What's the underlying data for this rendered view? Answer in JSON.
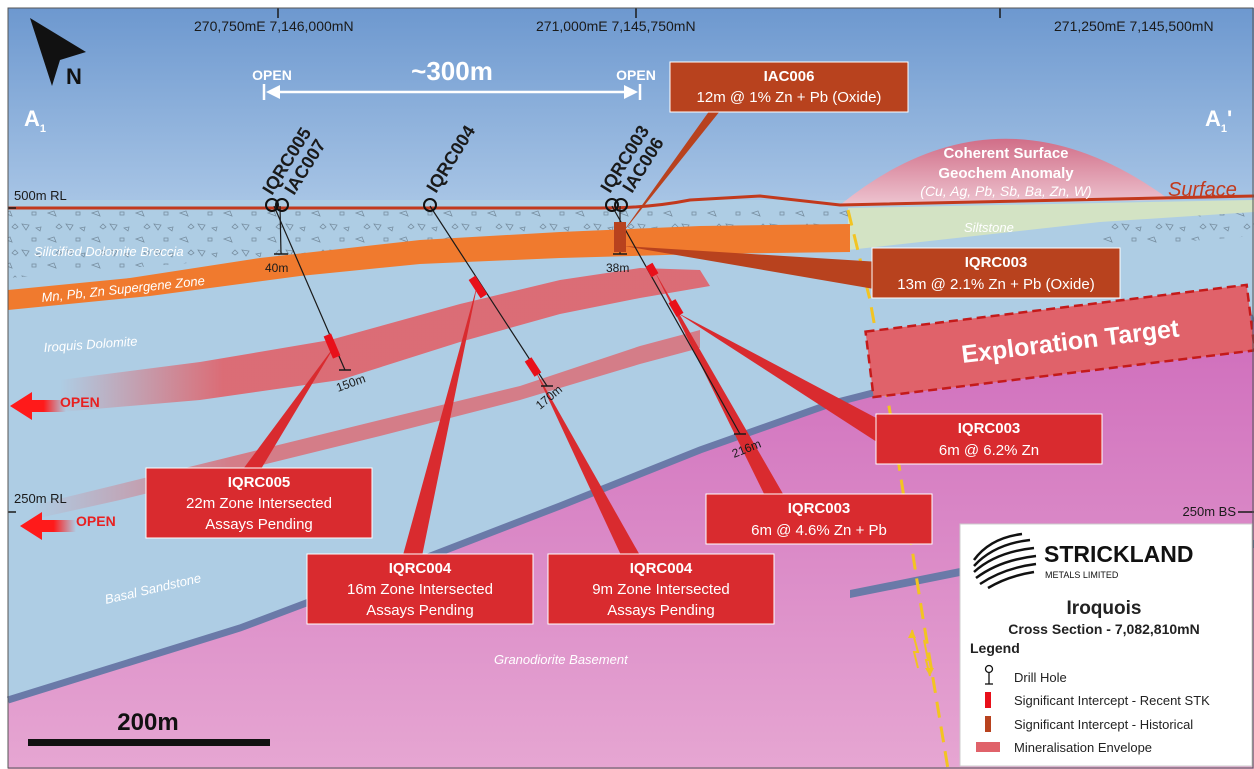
{
  "title": "Iroquois",
  "subtitle": "Cross Section - 7,082,810mN",
  "company": {
    "name": "STRICKLAND",
    "sub": "METALS LIMITED"
  },
  "coords": {
    "left": "270,750mE  7,146,000mN",
    "middle": "271,000mE  7,145,750mN",
    "right": "271,250mE  7,145,500mN"
  },
  "north_label": "N",
  "section_ends": {
    "left_main": "A",
    "left_sub": "1",
    "right_main": "A",
    "right_sub": "1",
    "right_prime": "'"
  },
  "rl_labels": {
    "rl500": "500m RL",
    "rl250": "250m RL",
    "bs250": "250m BS"
  },
  "span": {
    "label": "~300m",
    "open_left": "OPEN",
    "open_right": "OPEN"
  },
  "open_arrows": [
    "OPEN",
    "OPEN"
  ],
  "scale_bar": "200m",
  "geology": {
    "silicified": "Silicified Dolomite Breccia",
    "supergene": "Mn, Pb, Zn Supergene Zone",
    "iroquis": "Iroquis Dolomite",
    "siltstone": "Siltstone",
    "basal": "Basal Sandstone",
    "basement": "Granodiorite Basement",
    "surface": "Surface"
  },
  "anomaly": {
    "line1": "Coherent Surface",
    "line2": "Geochem Anomaly",
    "line3": "(Cu, Ag, Pb, Sb, Ba, Zn, W)"
  },
  "exploration_target": "Exploration Target",
  "holes": {
    "iqrc005": "IQRC005",
    "iac007": "IAC007",
    "iqrc004": "IQRC004",
    "iqrc003": "IQRC003",
    "iac006": "IAC006"
  },
  "depths": {
    "d40": "40m",
    "d38": "38m",
    "d150": "150m",
    "d170": "170m",
    "d216": "216m"
  },
  "callouts": [
    {
      "title": "IAC006",
      "text": "12m @ 1% Zn + Pb (Oxide)",
      "text2": ""
    },
    {
      "title": "IQRC003",
      "text": "13m @ 2.1% Zn + Pb (Oxide)",
      "text2": ""
    },
    {
      "title": "IQRC003",
      "text": "6m @ 6.2% Zn",
      "text2": ""
    },
    {
      "title": "IQRC003",
      "text": "6m @ 4.6% Zn + Pb",
      "text2": ""
    },
    {
      "title": "IQRC005",
      "text": "22m Zone Intersected",
      "text2": "Assays Pending"
    },
    {
      "title": "IQRC004",
      "text": "16m Zone Intersected",
      "text2": "Assays Pending"
    },
    {
      "title": "IQRC004",
      "text": "9m Zone Intersected",
      "text2": "Assays Pending"
    }
  ],
  "legend": {
    "heading": "Legend",
    "items": [
      "Drill Hole",
      "Significant Intercept - Recent STK",
      "Significant Intercept - Historical",
      "Mineralisation Envelope"
    ]
  },
  "colors": {
    "sky": "#7fa8d8",
    "dolomite": "#aecde4",
    "supergene": "#f07a2e",
    "envelope": "#e0626a",
    "basement": "#d272b8",
    "callout_red": "#d92b2f",
    "callout_historic": "#b8421e",
    "siltstone": "#d3e3c4"
  }
}
